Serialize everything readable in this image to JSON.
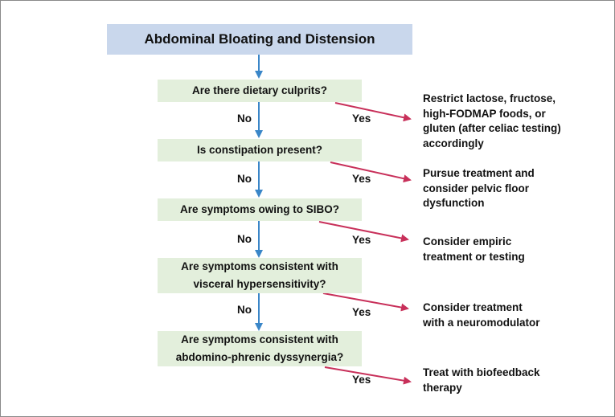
{
  "title": "Abdominal Bloating and Distension",
  "questions": [
    {
      "lines": [
        "Are there dietary culprits?"
      ]
    },
    {
      "lines": [
        "Is constipation present?"
      ]
    },
    {
      "lines": [
        "Are symptoms owing to SIBO?"
      ]
    },
    {
      "lines": [
        "Are symptoms consistent with",
        "visceral hypersensitivity?"
      ]
    },
    {
      "lines": [
        "Are symptoms consistent with",
        "abdomino-phrenic dyssynergia?"
      ]
    }
  ],
  "no_label": "No",
  "yes_label": "Yes",
  "outcomes": [
    {
      "lines": [
        "Restrict lactose, fructose,",
        "high-FODMAP foods, or",
        "gluten (after celiac testing)",
        "accordingly"
      ]
    },
    {
      "lines": [
        "Pursue treatment and",
        "consider pelvic floor",
        "dysfunction"
      ]
    },
    {
      "lines": [
        "Consider empiric",
        "treatment or testing"
      ]
    },
    {
      "lines": [
        "Consider treatment",
        "with a neuromodulator"
      ]
    },
    {
      "lines": [
        "Treat with biofeedback",
        "therapy"
      ]
    }
  ],
  "colors": {
    "title_box": "#c9d7ec",
    "question_box": "#e3efdc",
    "no_arrow": "#3a86c8",
    "yes_arrow": "#c8305a",
    "frame": "#8a8a8a"
  }
}
